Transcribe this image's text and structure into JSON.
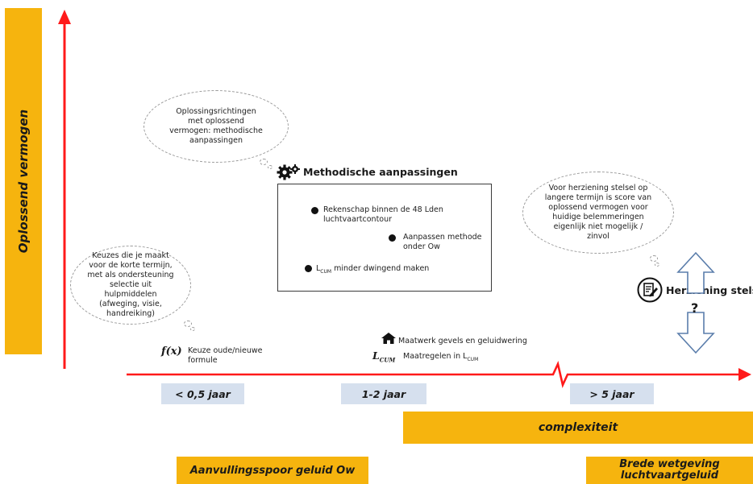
{
  "yaxis": {
    "label": "Oplossend vermogen"
  },
  "bubbles": {
    "top": "Oplossingsrichtingen met oplossend vermogen: methodische aanpassingen",
    "left": "Keuzes die je maakt voor de korte termijn, met als ondersteuning selectie uit hulpmiddelen (afweging, visie, handreiking)",
    "right": "Voor herziening stelsel op langere termijn is score van oplossend vermogen voor huidige belemmeringen eigenlijk niet mogelijk / zinvol"
  },
  "methodisch": {
    "title": "Methodische aanpassingen",
    "items": [
      "Rekenschap binnen de 48 Lden luchtvaartcontour",
      "Aanpassen methode onder Ow",
      "minder dwingend maken"
    ],
    "lcum_prefix": "L",
    "lcum_sub": "CUM"
  },
  "short_term": {
    "symbol": "f(x)",
    "text": "Keuze oude/nieuwe formule"
  },
  "mid_term": {
    "maatwerk": "Maatwerk gevels en geluidwering",
    "lcum_symbol": "L",
    "lcum_symbol_sub": "CUM",
    "maatregelen": "Maatregelen in L",
    "maatregelen_sub": "CUM"
  },
  "herziening": {
    "label": "Herziening stelsel",
    "question": "?"
  },
  "time_labels": [
    "< 0,5 jaar",
    "1-2 jaar",
    "> 5 jaar"
  ],
  "bars": {
    "complexiteit": "complexiteit",
    "aanvullingsspoor": "Aanvullingsspoor geluid Ow",
    "brede": "Brede wetgeving luchtvaartgeluid"
  },
  "colors": {
    "axis": "#ff1a1a",
    "accent_orange": "#f6b40e",
    "time_box": "#d6e0ee",
    "bubble_border": "#9a9a9a"
  }
}
